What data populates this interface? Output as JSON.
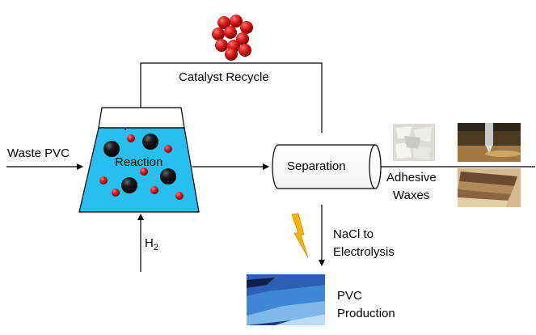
{
  "labels": {
    "catalyst_recycle": "Catalyst Recycle",
    "waste_pvc": "Waste PVC",
    "reaction": "Reaction",
    "separation": "Separation",
    "adhesive": "Adhesive",
    "waxes": "Waxes",
    "h2_base": "H",
    "h2_sub": "2",
    "nacl_line1": "NaCl to",
    "nacl_line2": "Electrolysis",
    "pvc_line1": "PVC",
    "pvc_line2": "Production"
  },
  "colors": {
    "liquid": "#27bff0",
    "catalyst_red": "#d41919",
    "ball_black": "#111111",
    "lightning": "#f5b400"
  }
}
